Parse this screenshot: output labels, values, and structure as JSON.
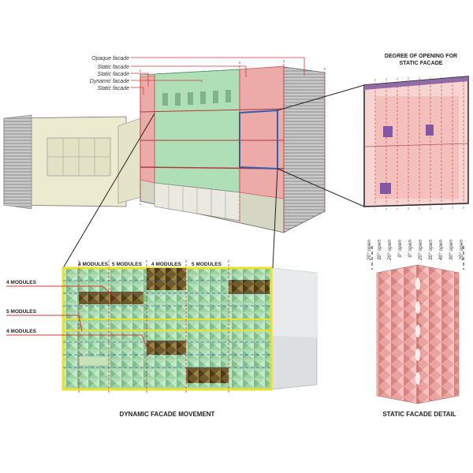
{
  "legend": {
    "items": [
      {
        "label": "Opaque facade",
        "color": "#d23a3a"
      },
      {
        "label": "Static facade",
        "color": "#d23a3a"
      },
      {
        "label": "Static facade",
        "color": "#d23a3a"
      },
      {
        "label": "Dynamic facade",
        "color": "#d23a3a"
      },
      {
        "label": "Static facade",
        "color": "#d23a3a"
      }
    ]
  },
  "right_panel": {
    "title_line1": "DEGREE OF OPENING FOR",
    "title_line2": "STATIC FACADE",
    "angles": [
      "20° open",
      "30° open",
      "20° open",
      "0° open",
      "0° open",
      "20° open",
      "30° open",
      "40° open",
      "30° open",
      "20° open"
    ]
  },
  "dynamic_panel": {
    "top_modules": [
      "4 MODULES",
      "5 MODULES",
      "4 MODULES",
      "5 MODULES"
    ],
    "side_modules": [
      "4 MODULES",
      "5 MODULES",
      "4 MODULES"
    ],
    "caption": "DYNAMIC FACADE MOVEMENT"
  },
  "static_detail": {
    "caption": "STATIC FACADE DETAIL"
  },
  "colors": {
    "red_accent": "#d23a3a",
    "static_pink": "#f0a3a3",
    "dynamic_green": "#a8e0b4",
    "frame_blue": "#2f5fb0",
    "highlight_yellow": "#f2ec3c"
  }
}
